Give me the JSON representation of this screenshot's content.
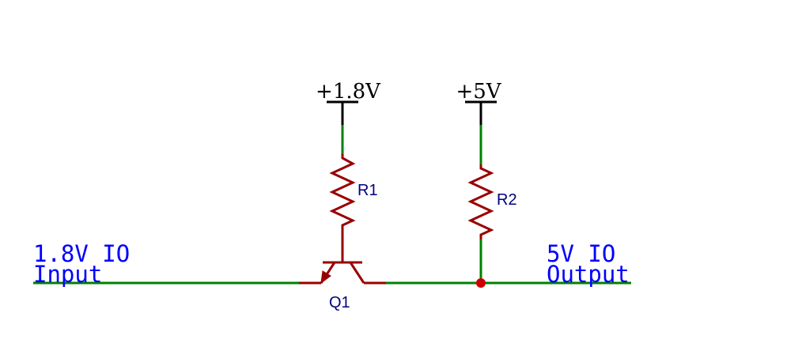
{
  "supplies": {
    "vlow": "+1.8V",
    "vhigh": "+5V"
  },
  "components": {
    "r1": "R1",
    "r2": "R2",
    "q1": "Q1"
  },
  "nets": {
    "input_line1": "1.8V IO",
    "input_line2": "Input",
    "output_line1": "5V IO",
    "output_line2": "Output"
  },
  "colors": {
    "wire": "#008000",
    "component": "#990000",
    "supply": "#000000",
    "junction": "#cc0000",
    "net_label": "#0000ff",
    "ref_label": "#000080"
  }
}
